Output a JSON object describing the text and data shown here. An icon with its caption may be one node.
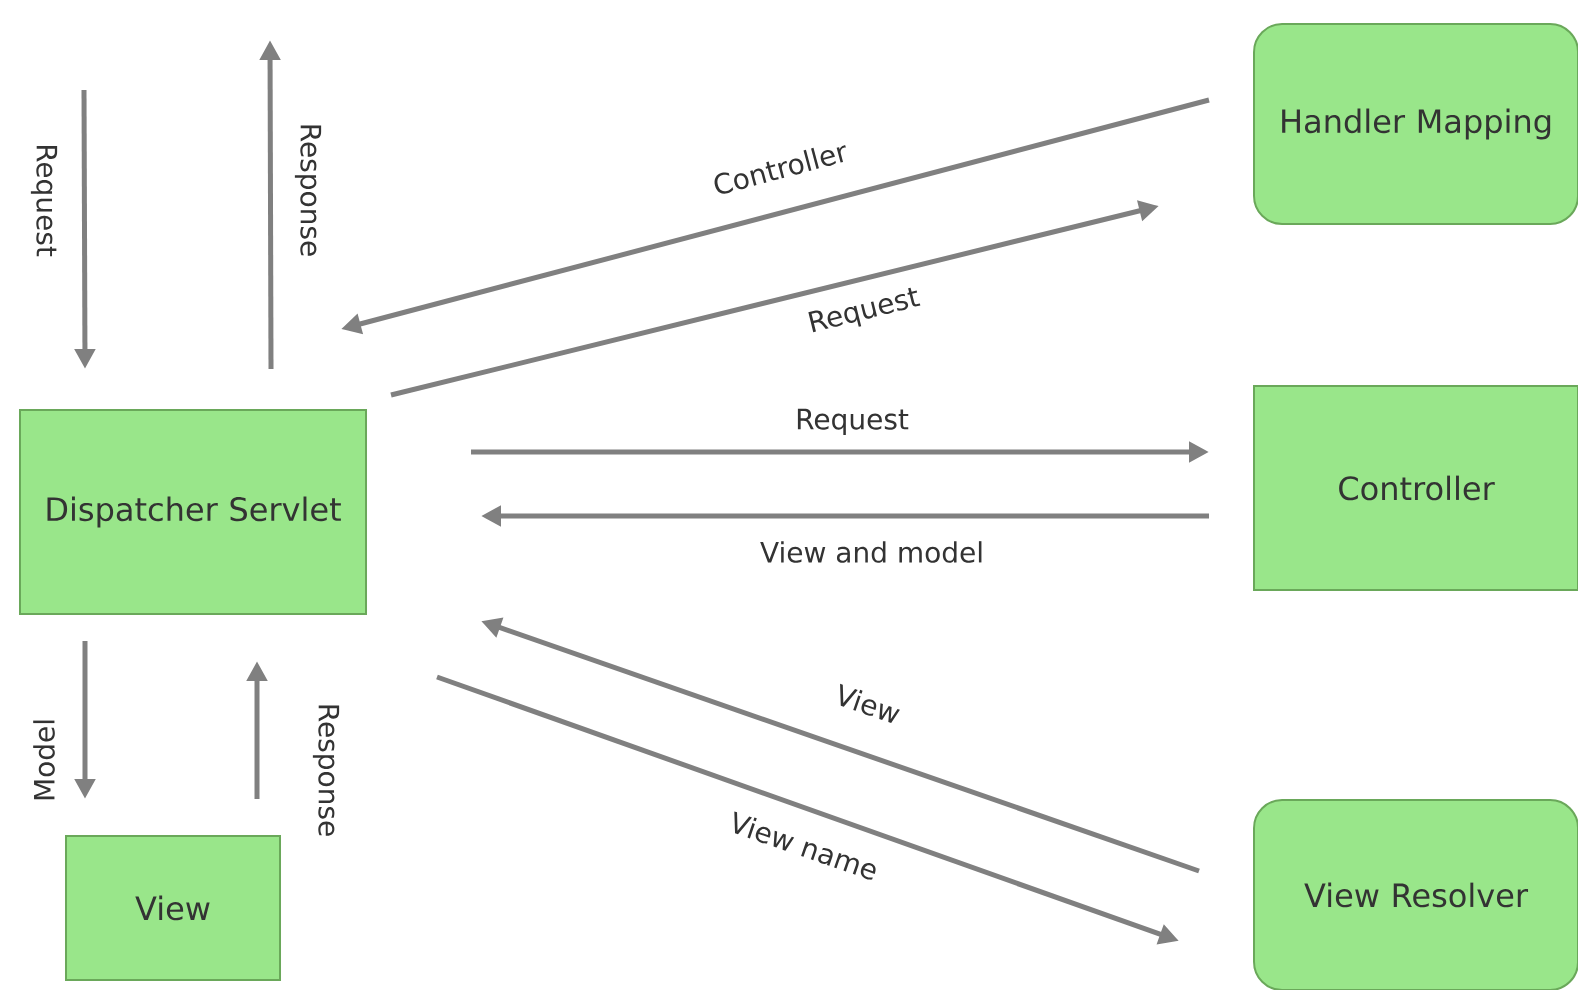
{
  "diagram": {
    "nodes": [
      {
        "text": [
          "Dispatcher Servlet"
        ]
      },
      {
        "text": [
          "Handler Mapping"
        ]
      },
      {
        "text": [
          "Controller"
        ]
      },
      {
        "text": [
          "View Resolver"
        ]
      },
      {
        "text": [
          "View"
        ]
      }
    ],
    "edges": [
      {
        "from": null,
        "to": 0,
        "arrow": "to",
        "label": "Request"
      },
      {
        "from": 0,
        "to": null,
        "arrow": "to",
        "label": "Response"
      },
      {
        "from": 1,
        "to": 0,
        "arrow": "to",
        "label": "Controller"
      },
      {
        "from": 0,
        "to": 1,
        "arrow": "to",
        "label": "Request"
      },
      {
        "from": 0,
        "to": 2,
        "arrow": "to",
        "label": "Request"
      },
      {
        "from": 2,
        "to": 0,
        "arrow": "to",
        "label": "View and model"
      },
      {
        "from": 3,
        "to": 0,
        "arrow": "to",
        "label": "View"
      },
      {
        "from": 0,
        "to": 3,
        "arrow": "to",
        "label": "View name"
      },
      {
        "from": 0,
        "to": 4,
        "arrow": "to",
        "label": "Model"
      },
      {
        "from": 4,
        "to": 0,
        "arrow": "to",
        "label": "Response"
      }
    ]
  }
}
